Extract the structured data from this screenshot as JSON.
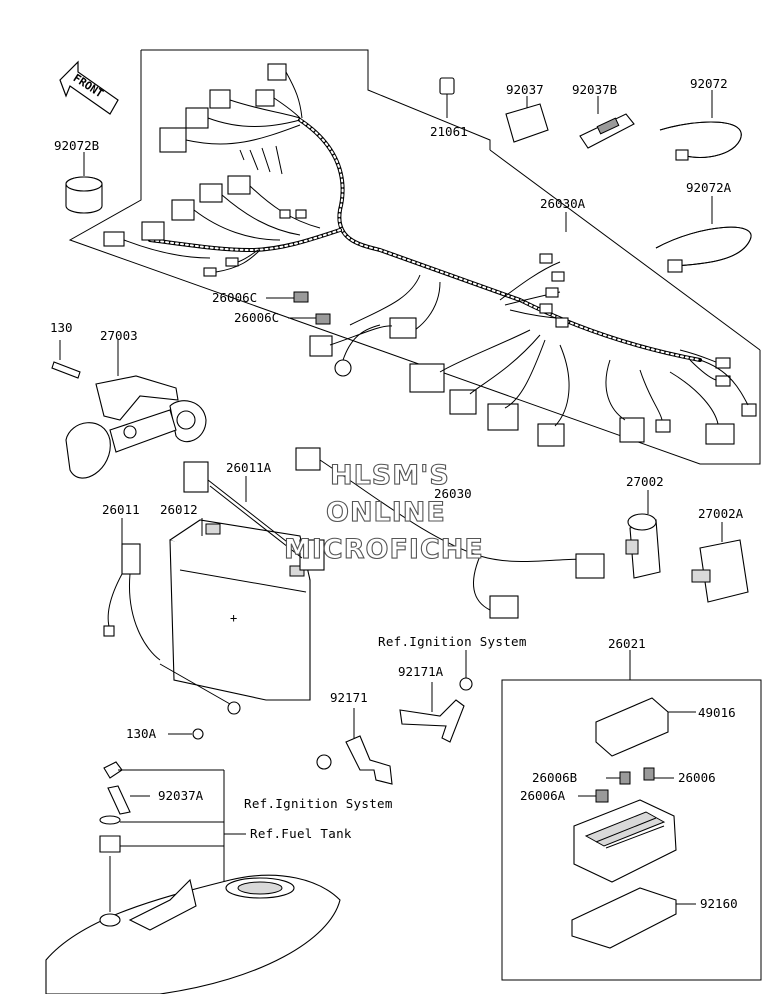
{
  "diagram": {
    "front_label": "FRONT",
    "labels": {
      "p21061": "21061",
      "p92037": "92037",
      "p92037B": "92037B",
      "p92072": "92072",
      "p92072B": "92072B",
      "p92072A": "92072A",
      "p26030A": "26030A",
      "p26006C_1": "26006C",
      "p26006C_2": "26006C",
      "p130": "130",
      "p27003": "27003",
      "p26011A": "26011A",
      "p26030": "26030",
      "p27002": "27002",
      "p27002A": "27002A",
      "p26011": "26011",
      "p26012": "26012",
      "p92171A": "92171A",
      "p92171": "92171",
      "p26021": "26021",
      "p49016": "49016",
      "p130A": "130A",
      "p92037A": "92037A",
      "p26006B": "26006B",
      "p26006": "26006",
      "p26006A": "26006A",
      "p92160": "92160"
    },
    "references": {
      "ignition_top": "Ref.Ignition System",
      "ignition_bottom": "Ref.Ignition System",
      "fuel_tank": "Ref.Fuel Tank"
    },
    "watermark": {
      "line1": "HLSM'S",
      "line2": "ONLINE",
      "line3": "MICROFICHE"
    }
  }
}
